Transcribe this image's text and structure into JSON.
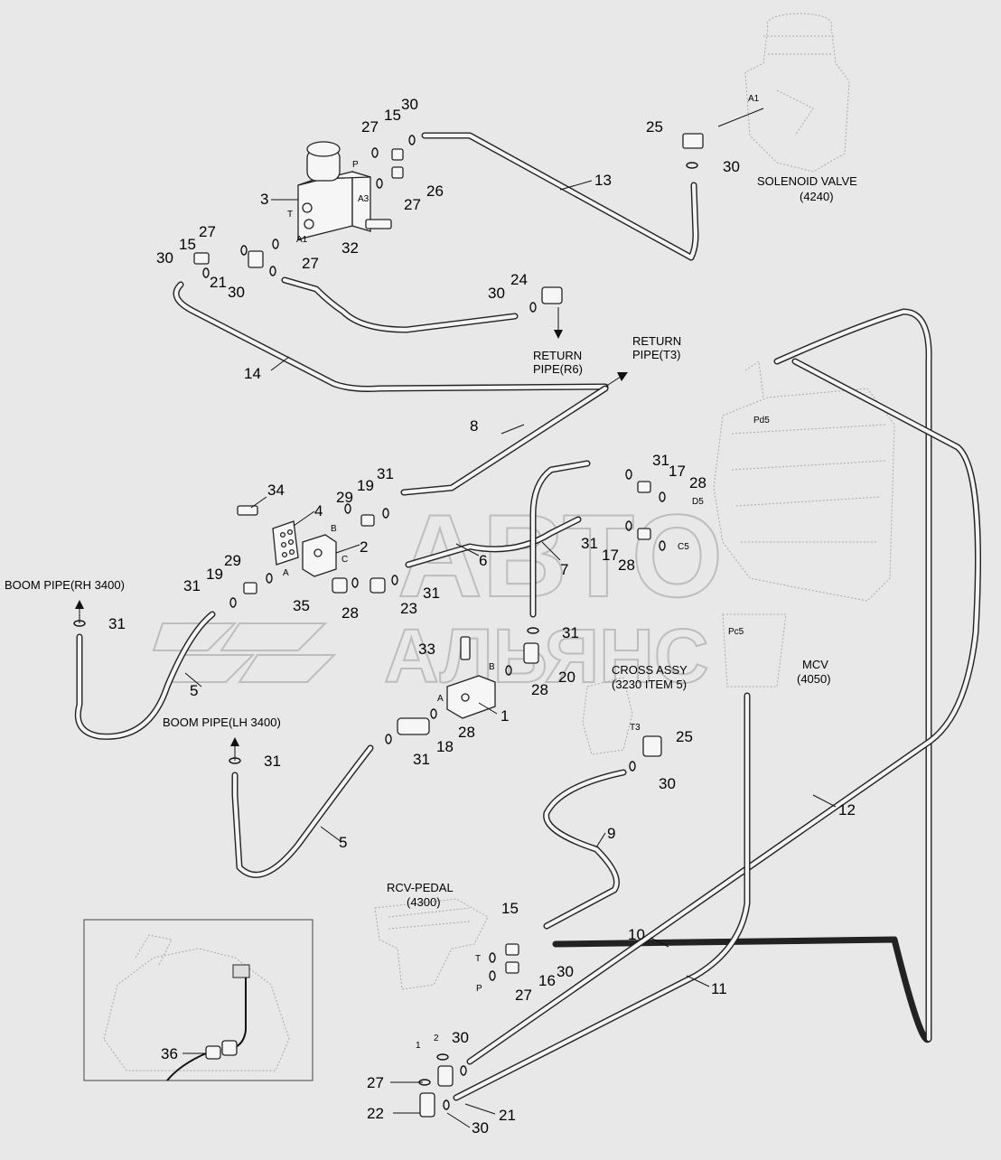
{
  "watermark": {
    "line1": "АВТО",
    "line2": "АЛЬЯНС"
  },
  "components": {
    "solenoid_valve": {
      "name": "SOLENOID VALVE",
      "ref": "(4240)"
    },
    "return_pipe_r6": {
      "line1": "RETURN",
      "line2": "PIPE(R6)"
    },
    "return_pipe_t3": {
      "line1": "RETURN",
      "line2": "PIPE(T3)"
    },
    "boom_pipe_rh": "BOOM PIPE(RH 3400)",
    "boom_pipe_lh": "BOOM PIPE(LH 3400)",
    "cross_assy": {
      "line1": "CROSS ASSY",
      "line2": "(3230 ITEM 5)"
    },
    "mcv": {
      "name": "MCV",
      "ref": "(4050)"
    },
    "rcv_pedal": {
      "name": "RCV-PEDAL",
      "ref": "(4300)"
    }
  },
  "ports": {
    "a1_top": "A1",
    "p_valve": "P",
    "a3": "A3",
    "t_valve": "T",
    "a1_valve": "A1",
    "b_block": "B",
    "c_block": "C",
    "a_block": "A",
    "b_block1": "B",
    "a_block1": "A",
    "pd5": "Pd5",
    "d5": "D5",
    "c5": "C5",
    "pc5": "Pc5",
    "t3": "T3",
    "t_pedal": "T",
    "p_pedal": "P",
    "one": "1",
    "two": "2"
  },
  "callouts": {
    "c25a": "25",
    "c30a": "30",
    "c27a": "27",
    "c15a": "15",
    "c30b": "30",
    "c26": "26",
    "c27b": "27",
    "c3": "3",
    "c13": "13",
    "c27c": "27",
    "c15b": "15",
    "c30c": "30",
    "c21a": "21",
    "c27d": "27",
    "c30d": "30",
    "c32": "32",
    "c24": "24",
    "c30e": "30",
    "c14": "14",
    "c8": "8",
    "c34": "34",
    "c4": "4",
    "c29a": "29",
    "c19a": "19",
    "c31a": "31",
    "c2": "2",
    "c29b": "29",
    "c19b": "19",
    "c31b": "31",
    "c31c": "31",
    "c35": "35",
    "c28a": "28",
    "c23": "23",
    "c31d": "31",
    "c6": "6",
    "c31e": "31",
    "c17a": "17",
    "c28b": "28",
    "c31f": "31",
    "c17b": "17",
    "c28c": "28",
    "c7": "7",
    "c31g": "31",
    "c33": "33",
    "c20": "20",
    "c28d": "28",
    "c5a": "5",
    "c1": "1",
    "c28e": "28",
    "c18": "18",
    "c31h": "31",
    "c31i": "31",
    "c5b": "5",
    "c25b": "25",
    "c30f": "30",
    "c9": "9",
    "c12": "12",
    "c15c": "15",
    "c16": "16",
    "c30g": "30",
    "c27e": "27",
    "c10": "10",
    "c11": "11",
    "c36": "36",
    "c30h": "30",
    "c27f": "27",
    "c22": "22",
    "c30i": "30",
    "c21b": "21"
  }
}
